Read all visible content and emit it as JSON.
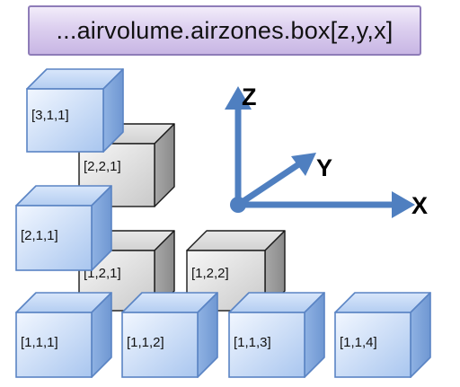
{
  "title": "...airvolume.airzones.box[z,y,x]",
  "colors": {
    "blue_face": "#c6dcf9",
    "blue_edge": "#5a84c4",
    "gray_face": "#dcdcdc",
    "gray_edge": "#1a1a1a",
    "axis": "#4f7fc0"
  },
  "axes": {
    "z": "Z",
    "y": "Y",
    "x": "X"
  },
  "cubes": [
    {
      "id": "c221",
      "label": "[2,2,1]",
      "style": "gray"
    },
    {
      "id": "c121",
      "label": "[1,2,1]",
      "style": "gray"
    },
    {
      "id": "c122",
      "label": "[1,2,2]",
      "style": "gray"
    },
    {
      "id": "c311",
      "label": "[3,1,1]",
      "style": "blue"
    },
    {
      "id": "c211",
      "label": "[2,1,1]",
      "style": "blue"
    },
    {
      "id": "c111",
      "label": "[1,1,1]",
      "style": "blue"
    },
    {
      "id": "c112",
      "label": "[1,1,2]",
      "style": "blue"
    },
    {
      "id": "c113",
      "label": "[1,1,3]",
      "style": "blue"
    },
    {
      "id": "c114",
      "label": "[1,1,4]",
      "style": "blue"
    }
  ]
}
